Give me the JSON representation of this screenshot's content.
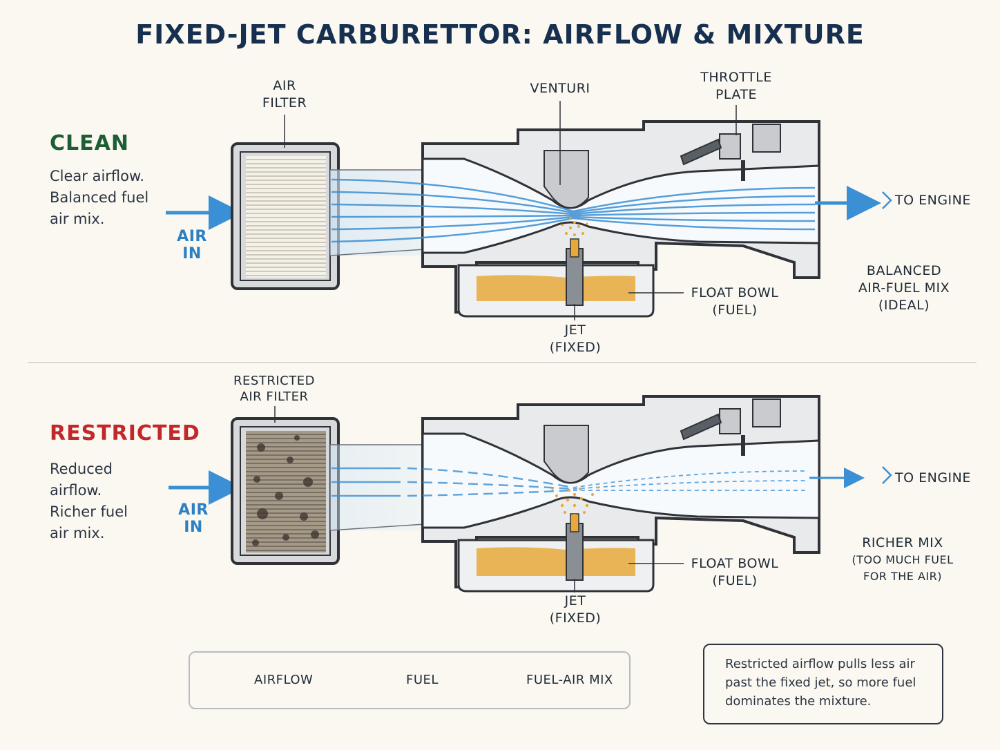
{
  "title": "FIXED-JET CARBURETTOR: AIRFLOW & MIXTURE",
  "colors": {
    "clean": "#1e5e35",
    "restricted": "#c0282b",
    "airflow": "#3b8fd4",
    "fuel": "#e8a93a",
    "navy": "#17304f"
  },
  "clean": {
    "heading": "CLEAN",
    "desc": [
      "Clear airflow.",
      "Balanced fuel",
      "air mix."
    ],
    "air_in": [
      "AIR",
      "IN"
    ],
    "filter_label": [
      "AIR",
      "FILTER"
    ],
    "venturi_label": "VENTURI",
    "throttle_label": [
      "THROTTLE",
      "PLATE"
    ],
    "to_engine": "TO ENGINE",
    "float_bowl": [
      "FLOAT BOWL",
      "(FUEL)"
    ],
    "jet": [
      "JET",
      "(FIXED)"
    ],
    "result": [
      "BALANCED",
      "AIR-FUEL MIX",
      "(IDEAL)"
    ]
  },
  "restricted": {
    "heading": "RESTRICTED",
    "desc": [
      "Reduced airflow.",
      "Richer fuel",
      "air mix."
    ],
    "air_in": [
      "AIR",
      "IN"
    ],
    "filter_label": [
      "RESTRICTED",
      "AIR FILTER"
    ],
    "to_engine": "TO ENGINE",
    "float_bowl": [
      "FLOAT BOWL",
      "(FUEL)"
    ],
    "jet": [
      "JET",
      "(FIXED)"
    ],
    "result": [
      "RICHER MIX",
      "(TOO MUCH FUEL",
      "FOR THE AIR)"
    ]
  },
  "legend": {
    "airflow": "AIRFLOW",
    "fuel": "FUEL",
    "mix": "FUEL-AIR MIX"
  },
  "note": [
    "Restricted airflow pulls less air",
    "past the fixed jet, so more fuel",
    "dominates the mixture."
  ]
}
